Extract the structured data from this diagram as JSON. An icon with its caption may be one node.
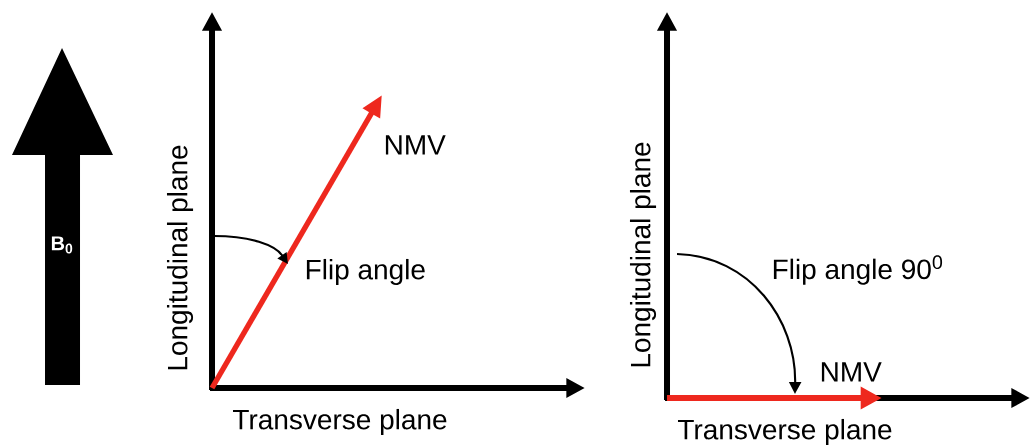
{
  "diagram": {
    "nodes": [
      {
        "text": [
          "B$_{0}$"
        ]
      }
    ],
    "labels": [
      "Longitudinal plane",
      "NMV",
      "Flip angle",
      "Transverse plane",
      "Longitudinal plane",
      "Flip angle 90$^{0}$",
      "NMV",
      "Transverse plane"
    ]
  }
}
